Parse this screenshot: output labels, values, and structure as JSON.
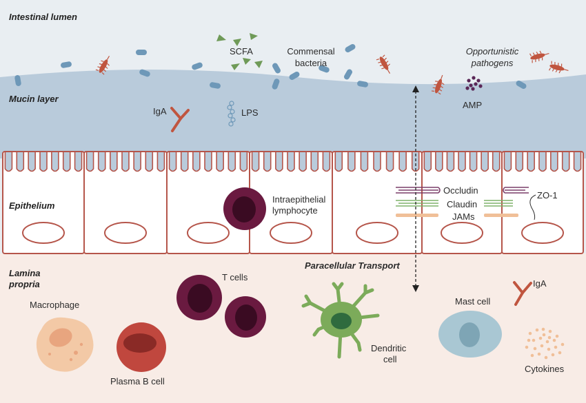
{
  "regions": {
    "lumen": "Intestinal lumen",
    "mucin": "Mucin layer",
    "epithelium": "Epithelium",
    "lamina_line1": "Lamina",
    "lamina_line2": "propria"
  },
  "labels": {
    "scfa": "SCFA",
    "commensal_line1": "Commensal",
    "commensal_line2": "bacteria",
    "opportunistic_line1": "Opportunistic",
    "opportunistic_line2": "pathogens",
    "amp": "AMP",
    "iga_mucin": "IgA",
    "lps": "LPS",
    "iel_line1": "Intraepithelial",
    "iel_line2": "lymphocyte",
    "occludin": "Occludin",
    "claudin": "Claudin",
    "jams": "JAMs",
    "zo1": "ZO-1",
    "paracellular": "Paracellular Transport",
    "t_cells": "T cells",
    "macrophage": "Macrophage",
    "plasma_b": "Plasma B cell",
    "dendritic_line1": "Dendritic",
    "dendritic_line2": "cell",
    "mast_cell": "Mast cell",
    "iga_lamina": "IgA",
    "cytokines": "Cytokines"
  },
  "colors": {
    "lumen_bg": "#e9eef2",
    "mucin": "#b9cbdb",
    "epithelium_outline": "#b5554a",
    "lamina_bg": "#f8ece6",
    "commensal": "#6e98b8",
    "pathogen": "#c0553f",
    "scfa": "#6f9a58",
    "amp": "#5a2757",
    "t_cell": "#6a1a40",
    "macrophage": "#f3c9a6",
    "plasma": "#c0473e",
    "dendritic": "#7cab5a",
    "mast": "#a9c7d3",
    "tj_occludin": "#7a3d68",
    "tj_claudin": "#7fb26a",
    "tj_jams": "#f0bf98"
  }
}
